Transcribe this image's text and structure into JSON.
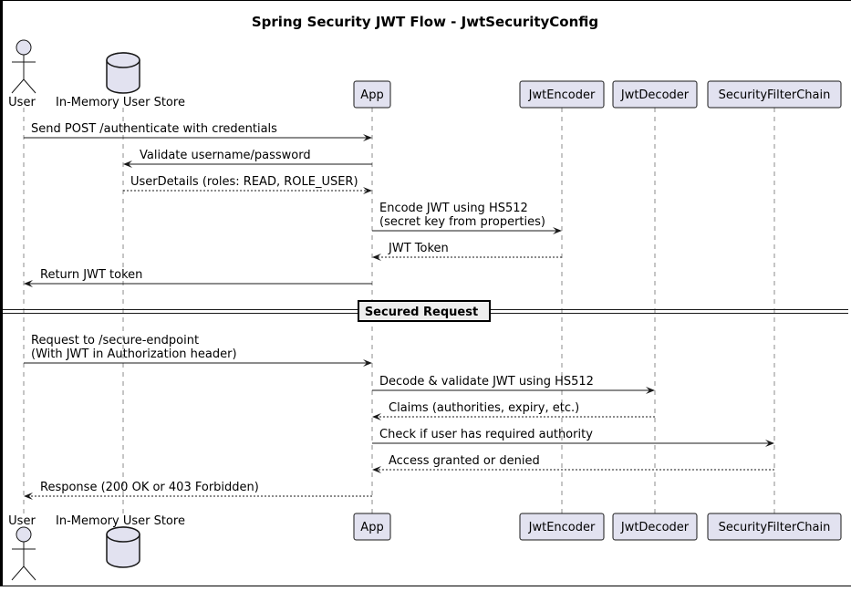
{
  "diagram": {
    "title": "Spring Security JWT Flow - JwtSecurityConfig",
    "participants": [
      {
        "id": "user",
        "label": "User",
        "kind": "actor"
      },
      {
        "id": "store",
        "label": "In-Memory User Store",
        "kind": "database"
      },
      {
        "id": "app",
        "label": "App",
        "kind": "participant"
      },
      {
        "id": "enc",
        "label": "JwtEncoder",
        "kind": "participant"
      },
      {
        "id": "dec",
        "label": "JwtDecoder",
        "kind": "participant"
      },
      {
        "id": "chain",
        "label": "SecurityFilterChain",
        "kind": "participant"
      }
    ],
    "messages": [
      {
        "from": "user",
        "to": "app",
        "style": "solid",
        "lines": [
          "Send POST /authenticate with credentials"
        ]
      },
      {
        "from": "app",
        "to": "store",
        "style": "solid",
        "lines": [
          "Validate username/password"
        ]
      },
      {
        "from": "store",
        "to": "app",
        "style": "dashed",
        "lines": [
          "UserDetails (roles: READ, ROLE_USER)"
        ]
      },
      {
        "from": "app",
        "to": "enc",
        "style": "solid",
        "lines": [
          "Encode JWT using HS512",
          "(secret key from properties)"
        ]
      },
      {
        "from": "enc",
        "to": "app",
        "style": "dashed",
        "lines": [
          "JWT Token"
        ]
      },
      {
        "from": "app",
        "to": "user",
        "style": "solid",
        "lines": [
          "Return JWT token"
        ]
      },
      {
        "from": "user",
        "to": "app",
        "style": "solid",
        "lines": [
          "Request to /secure-endpoint",
          "(With JWT in Authorization header)"
        ]
      },
      {
        "from": "app",
        "to": "dec",
        "style": "solid",
        "lines": [
          "Decode & validate JWT using HS512"
        ]
      },
      {
        "from": "dec",
        "to": "app",
        "style": "dashed",
        "lines": [
          "Claims (authorities, expiry, etc.)"
        ]
      },
      {
        "from": "app",
        "to": "chain",
        "style": "solid",
        "lines": [
          "Check if user has required authority"
        ]
      },
      {
        "from": "chain",
        "to": "app",
        "style": "dashed",
        "lines": [
          "Access granted or denied"
        ]
      },
      {
        "from": "app",
        "to": "user",
        "style": "dashed",
        "lines": [
          "Response (200 OK or 403 Forbidden)"
        ]
      }
    ],
    "divider": {
      "label": "Secured Request"
    },
    "colors": {
      "participant_fill": "#E2E2F0",
      "line": "#181818"
    }
  }
}
